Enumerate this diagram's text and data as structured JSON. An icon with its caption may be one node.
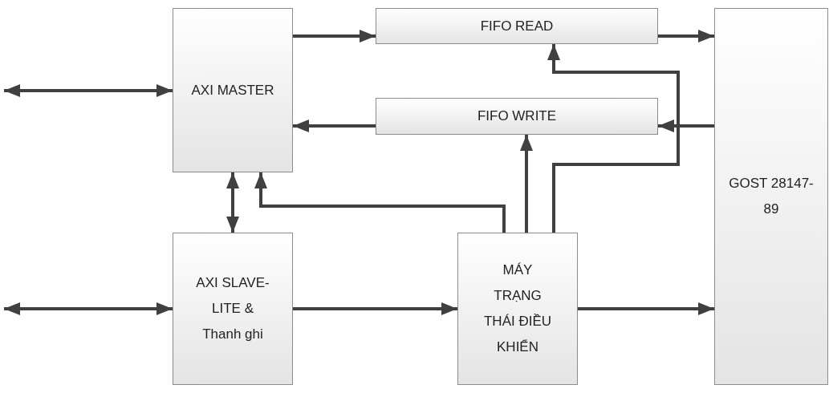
{
  "diagram": {
    "nodes": [
      {
        "text": [
          "AXI MASTER"
        ]
      },
      {
        "text": [
          "FIFO READ"
        ]
      },
      {
        "text": [
          "FIFO WRITE"
        ]
      },
      {
        "text": [
          "GOST 28147-89"
        ]
      },
      {
        "text": [
          "AXI SLAVE-LITE & Thanh ghi"
        ]
      },
      {
        "text": [
          "MÁY TRẠNG THÁI ĐIỀU KHIỂN"
        ]
      }
    ],
    "edges": [
      {
        "from": null,
        "to": 0,
        "arrow": "both"
      },
      {
        "from": null,
        "to": 4,
        "arrow": "both"
      },
      {
        "from": 0,
        "to": 1,
        "arrow": "to"
      },
      {
        "from": 2,
        "to": 0,
        "arrow": "to"
      },
      {
        "from": 1,
        "to": 3,
        "arrow": "to"
      },
      {
        "from": 3,
        "to": 2,
        "arrow": "to"
      },
      {
        "from": 0,
        "to": 4,
        "arrow": "both"
      },
      {
        "from": 5,
        "to": 0,
        "arrow": "to"
      },
      {
        "from": 5,
        "to": 2,
        "arrow": "to"
      },
      {
        "from": 5,
        "to": 1,
        "arrow": "to"
      },
      {
        "from": 4,
        "to": 5,
        "arrow": "to"
      },
      {
        "from": 5,
        "to": 3,
        "arrow": "to"
      }
    ]
  }
}
